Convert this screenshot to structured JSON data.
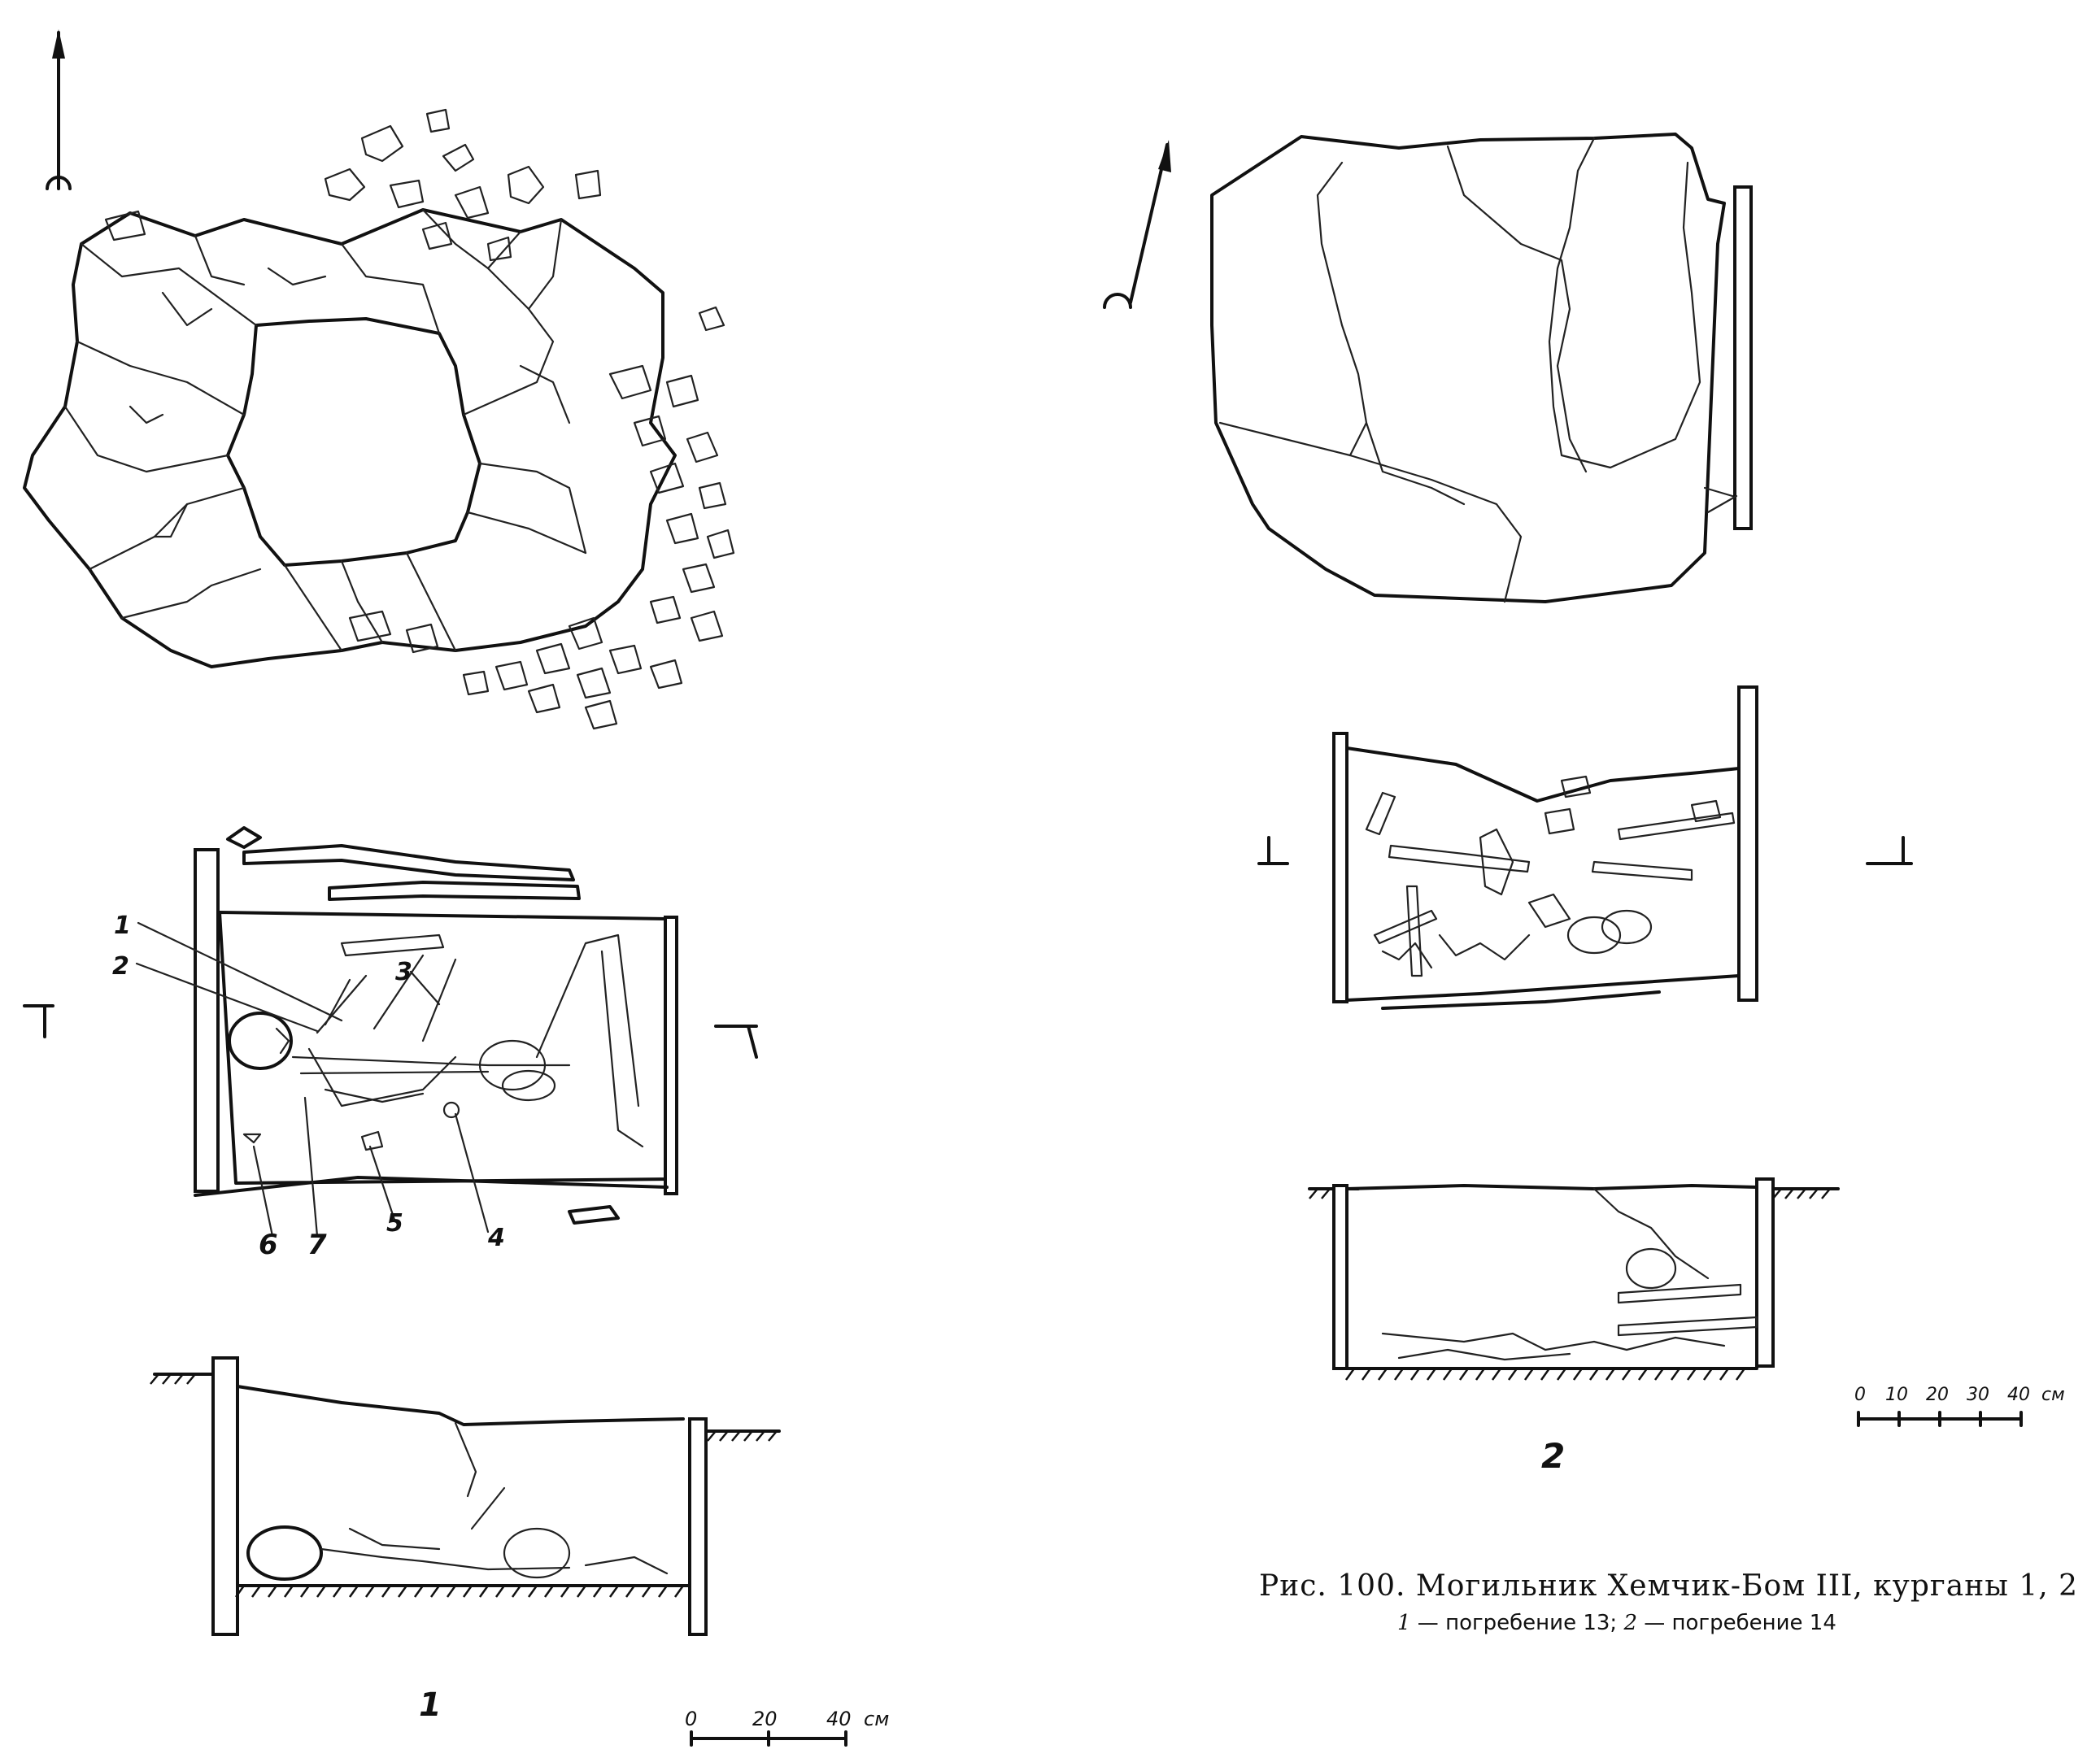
{
  "figure": {
    "caption_title": "Рис. 100. Могильник Хемчик-Бом III, курганы 1, 2",
    "caption_sub_1_num": "1",
    "caption_sub_1_text": " — погребение 13;",
    "caption_sub_2_num": "2",
    "caption_sub_2_text": " — погребение 14"
  },
  "panel1": {
    "label": "1",
    "callouts": [
      "1",
      "2",
      "3",
      "4",
      "5",
      "6",
      "7"
    ],
    "scale": {
      "ticks": [
        "0",
        "20",
        "40"
      ],
      "unit": "см"
    }
  },
  "panel2": {
    "label": "2",
    "scale": {
      "ticks": [
        "0",
        "10",
        "20",
        "30",
        "40"
      ],
      "unit": "см"
    }
  },
  "icons": [
    "north-arrow-icon",
    "section-marker-icon"
  ]
}
